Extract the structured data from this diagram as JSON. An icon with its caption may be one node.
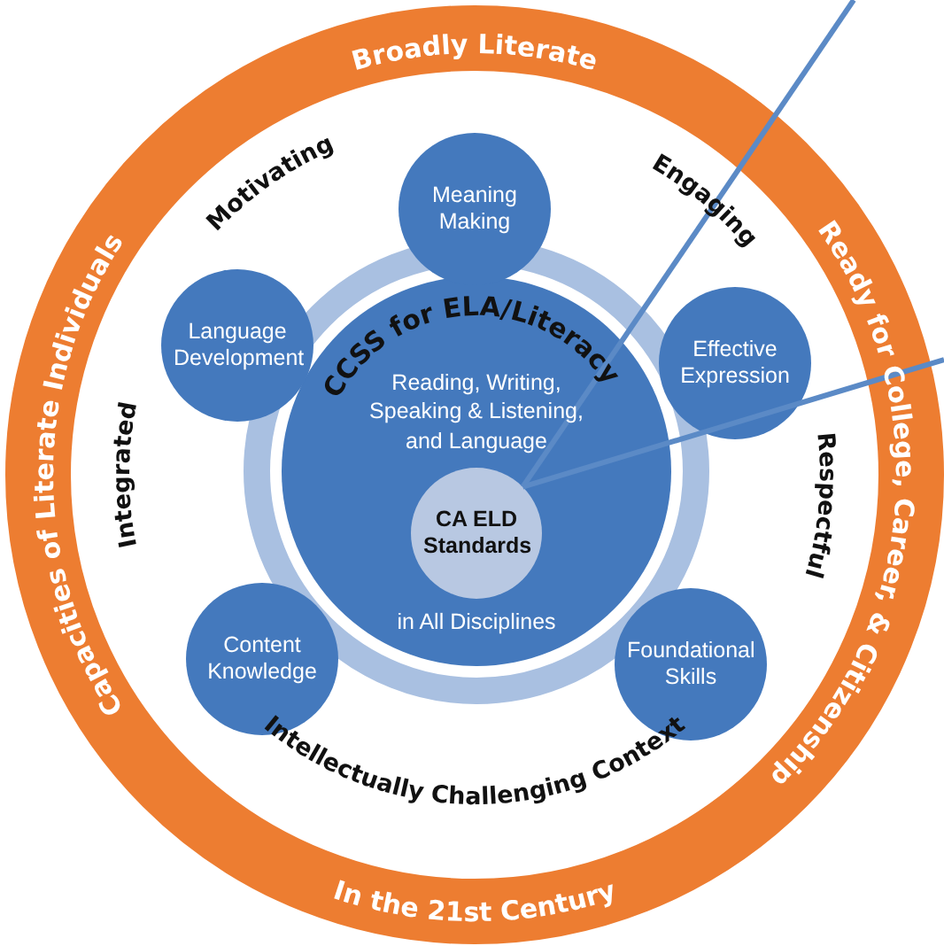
{
  "diagram": {
    "nodes": [
      {
        "text": [
          "Broadly Literate",
          "Ready for College, Career, & Citizenship",
          "In the 21st Century",
          "Capacities of Literate Individuals"
        ]
      },
      {
        "text": [
          "CCSS for ELA/Literacy",
          "Reading, Writing, Speaking & Listening, and Language",
          "in All Disciplines"
        ],
        "in": 0
      },
      {
        "text": [
          "CA ELD Standards"
        ],
        "in": 1
      },
      {
        "text": [
          "Meaning Making"
        ],
        "in": 0
      },
      {
        "text": [
          "Language Development"
        ],
        "in": 0
      },
      {
        "text": [
          "Effective Expression"
        ],
        "in": 0
      },
      {
        "text": [
          "Content Knowledge"
        ],
        "in": 0
      },
      {
        "text": [
          "Foundational Skills"
        ],
        "in": 0
      }
    ],
    "edges": [
      {
        "from": null,
        "to": 2,
        "arrow": "none"
      },
      {
        "from": null,
        "to": 2,
        "arrow": "none"
      }
    ],
    "labels": [
      "Motivating",
      "Engaging",
      "Integrated",
      "Respectful",
      "Intellectually Challenging Context"
    ]
  }
}
